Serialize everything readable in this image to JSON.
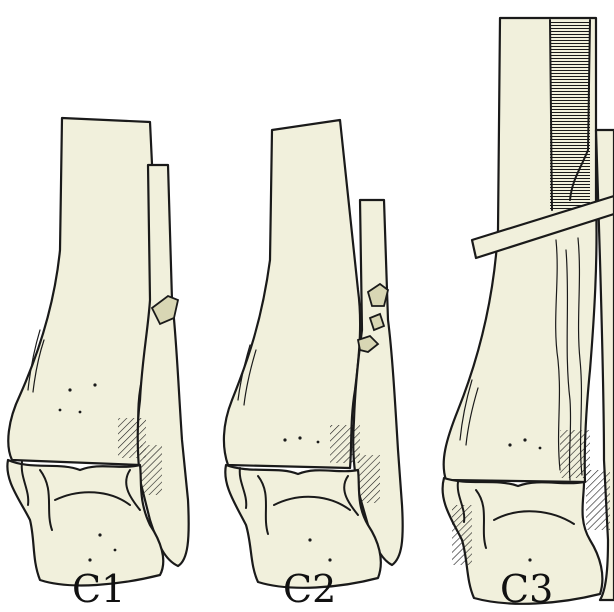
{
  "panels": [
    {
      "id": "C1",
      "label": "C1"
    },
    {
      "id": "C2",
      "label": "C2"
    },
    {
      "id": "C3",
      "label": "C3"
    }
  ],
  "colors": {
    "bone_fill": "#f1f0dc",
    "fragment_fill": "#d8d6b4",
    "ink": "#1a1a1a",
    "background": "#ffffff"
  }
}
